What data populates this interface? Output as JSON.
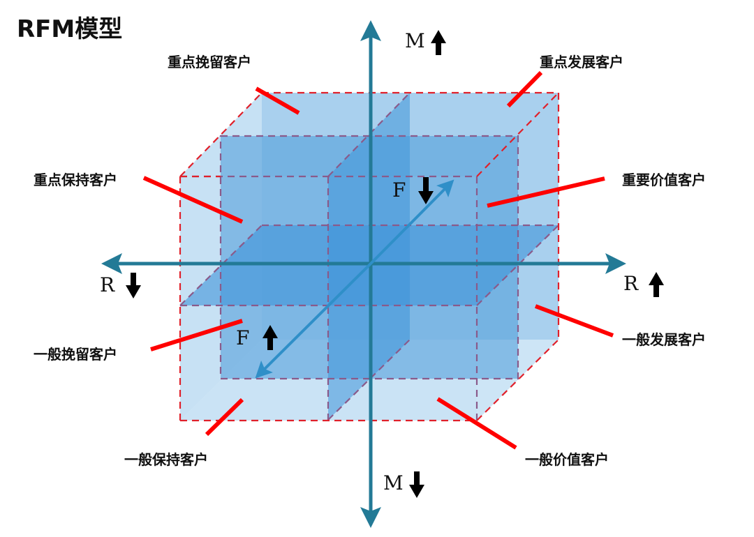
{
  "title": "RFM模型",
  "colors": {
    "axis": "#237a96",
    "f_axis": "#2f8fc8",
    "leader": "#ff0000",
    "dash_outer": "#e0202a",
    "dash_inner": "#8a5a8a",
    "face_light": "#c9e2f4",
    "face_mid": "#a6cfee",
    "plane": "#3f95d8"
  },
  "axes": {
    "m_up": {
      "letter": "M",
      "direction": "up"
    },
    "m_down": {
      "letter": "M",
      "direction": "down"
    },
    "r_left": {
      "letter": "R",
      "direction": "down"
    },
    "r_right": {
      "letter": "R",
      "direction": "up"
    },
    "f_back": {
      "letter": "F",
      "direction": "down"
    },
    "f_front": {
      "letter": "F",
      "direction": "up"
    }
  },
  "segments": [
    {
      "id": "important-retain",
      "label": "重点挽留客户"
    },
    {
      "id": "important-develop",
      "label": "重点发展客户"
    },
    {
      "id": "important-keep",
      "label": "重点保持客户"
    },
    {
      "id": "important-value",
      "label": "重要价值客户"
    },
    {
      "id": "general-retain",
      "label": "一般挽留客户"
    },
    {
      "id": "general-develop",
      "label": "一般发展客户"
    },
    {
      "id": "general-keep",
      "label": "一般保持客户"
    },
    {
      "id": "general-value",
      "label": "一般价值客户"
    }
  ]
}
